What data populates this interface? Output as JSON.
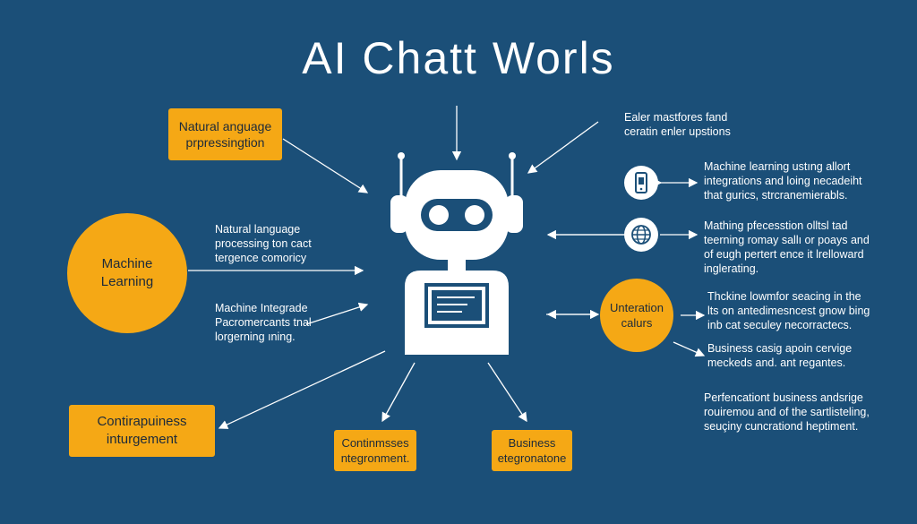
{
  "title": "AI Chatt Worls",
  "nodes": {
    "nlp_box": [
      "Natural anguage",
      "prpressingtion"
    ],
    "ml_circle": [
      "Machine",
      "Learning"
    ],
    "nl_text": [
      "Natural language",
      "processing ton cact",
      "tergence comoricy"
    ],
    "mi_text": [
      "Machine Integrade",
      "Pacromercants tnal",
      "lorgerning ıning."
    ],
    "cont_box": [
      "Contirapuiness",
      "inturgement"
    ],
    "cont_small_box": [
      "Continmsses",
      "ntegronment."
    ],
    "biz_box": [
      "Business",
      "etegronatone"
    ],
    "top_right_text": [
      "Ealer mastfores fand",
      "ceratin enler upstions"
    ],
    "phone_text": [
      "Machine learning ustıng allort",
      "integrations and loing necadeiht",
      "that gurics, strcranemierabls."
    ],
    "globe_text": [
      "Mathing pfecesstion olltsl tad",
      "teerning romay sallı or poays and",
      "of eugh pertert ence it lrelloward",
      "inglerating."
    ],
    "int_circle": [
      "Unteration",
      "calurs"
    ],
    "think_text": [
      "Thckine lowmfor seacing in the",
      "lts on antedimesncest gnow bing",
      "inb cat seculey necorractecs."
    ],
    "biz_text": [
      "Business casig apoin cervige",
      "meckeds and. ant regantes."
    ],
    "pers_text": [
      "Perfencationt business andsrige",
      "rouiremou and of the sartlisteling,",
      "seuçiny cuncrationd heptiment."
    ]
  },
  "colors": {
    "background": "#1b4f78",
    "accent": "#f5a815",
    "line": "#ffffff"
  },
  "icons": [
    "robot-icon",
    "phone-icon",
    "globe-icon"
  ]
}
